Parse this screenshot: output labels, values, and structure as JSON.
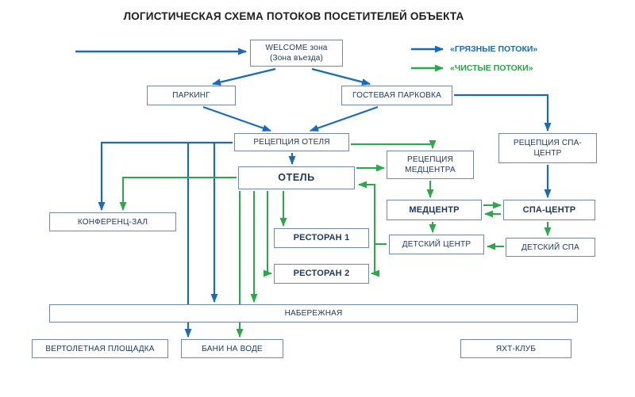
{
  "title": "ЛОГИСТИЧЕСКАЯ СХЕМА ПОТОКОВ ПОСЕТИТЕЛЕЙ ОБЪЕКТА",
  "legend": {
    "dirty_label": "«ГРЯЗНЫЕ ПОТОКИ»",
    "clean_label": "«ЧИСТЫЕ ПОТОКИ»"
  },
  "colors": {
    "dirty_flow": "#1a6bb5",
    "clean_flow": "#2aa84a",
    "box_border": "#7388a9",
    "box_text": "#1f3864",
    "background": "#ffffff"
  },
  "nodes": {
    "welcome": {
      "line1": "WELCOME зона",
      "line2": "(Зона въезда)"
    },
    "parking": {
      "label": "ПАРКИНГ"
    },
    "guest_parking": {
      "label": "ГОСТЕВАЯ ПАРКОВКА"
    },
    "hotel_reception": {
      "label": "РЕЦЕПЦИЯ ОТЕЛЯ"
    },
    "spa_reception": {
      "line1": "РЕЦЕПЦИЯ СПА-",
      "line2": "ЦЕНТР"
    },
    "med_reception": {
      "line1": "РЕЦЕПЦИЯ",
      "line2": "МЕДЦЕНТРА"
    },
    "hotel": {
      "label": "ОТЕЛЬ"
    },
    "conference_hall": {
      "label": "КОНФЕРЕНЦ-ЗАЛ"
    },
    "med_center": {
      "label": "МЕДЦЕНТР"
    },
    "spa_center": {
      "label": "СПА-ЦЕНТР"
    },
    "restaurant_1": {
      "label": "РЕСТОРАН 1"
    },
    "kids_center": {
      "label": "ДЕТСКИЙ ЦЕНТР"
    },
    "kids_spa": {
      "label": "ДЕТСКИЙ СПА"
    },
    "restaurant_2": {
      "label": "РЕСТОРАН 2"
    },
    "embankment": {
      "label": "НАБЕРЕЖНАЯ"
    },
    "helipad": {
      "label": "ВЕРТОЛЕТНАЯ ПЛОЩАДКА"
    },
    "water_baths": {
      "label": "БАНИ НА ВОДЕ"
    },
    "yacht_club": {
      "label": "ЯХТ-КЛУБ"
    }
  },
  "edges": [
    {
      "from": "entrance",
      "to": "welcome",
      "flow": "dirty"
    },
    {
      "from": "welcome",
      "to": "parking",
      "flow": "dirty"
    },
    {
      "from": "welcome",
      "to": "guest_parking",
      "flow": "dirty"
    },
    {
      "from": "parking",
      "to": "hotel_reception",
      "flow": "dirty"
    },
    {
      "from": "guest_parking",
      "to": "hotel_reception",
      "flow": "dirty"
    },
    {
      "from": "guest_parking",
      "to": "spa_reception",
      "flow": "dirty"
    },
    {
      "from": "hotel_reception",
      "to": "hotel",
      "flow": "dirty"
    },
    {
      "from": "hotel_reception",
      "to": "conference_hall",
      "flow": "dirty"
    },
    {
      "from": "hotel_reception",
      "to": "embankment",
      "flow": "dirty"
    },
    {
      "from": "hotel_reception",
      "to": "water_baths",
      "flow": "dirty"
    },
    {
      "from": "spa_reception",
      "to": "spa_center",
      "flow": "dirty"
    },
    {
      "from": "hotel",
      "to": "conference_hall",
      "flow": "clean"
    },
    {
      "from": "hotel_reception",
      "to": "med_reception",
      "flow": "clean"
    },
    {
      "from": "hotel",
      "to": "med_reception",
      "flow": "clean"
    },
    {
      "from": "med_reception",
      "to": "med_center",
      "flow": "clean"
    },
    {
      "from": "hotel",
      "to": "restaurant_1",
      "flow": "clean"
    },
    {
      "from": "hotel",
      "to": "restaurant_2",
      "flow": "clean"
    },
    {
      "from": "kids_center",
      "to": "hotel",
      "flow": "clean"
    },
    {
      "from": "kids_center",
      "to": "restaurant_2",
      "flow": "clean"
    },
    {
      "from": "med_center",
      "to": "spa_center",
      "flow": "clean"
    },
    {
      "from": "spa_center",
      "to": "med_center",
      "flow": "clean"
    },
    {
      "from": "med_center",
      "to": "kids_center",
      "flow": "clean"
    },
    {
      "from": "spa_center",
      "to": "kids_spa",
      "flow": "clean"
    },
    {
      "from": "kids_spa",
      "to": "kids_center",
      "flow": "clean"
    },
    {
      "from": "hotel",
      "to": "embankment",
      "flow": "clean"
    },
    {
      "from": "hotel",
      "to": "water_baths",
      "flow": "clean"
    }
  ]
}
